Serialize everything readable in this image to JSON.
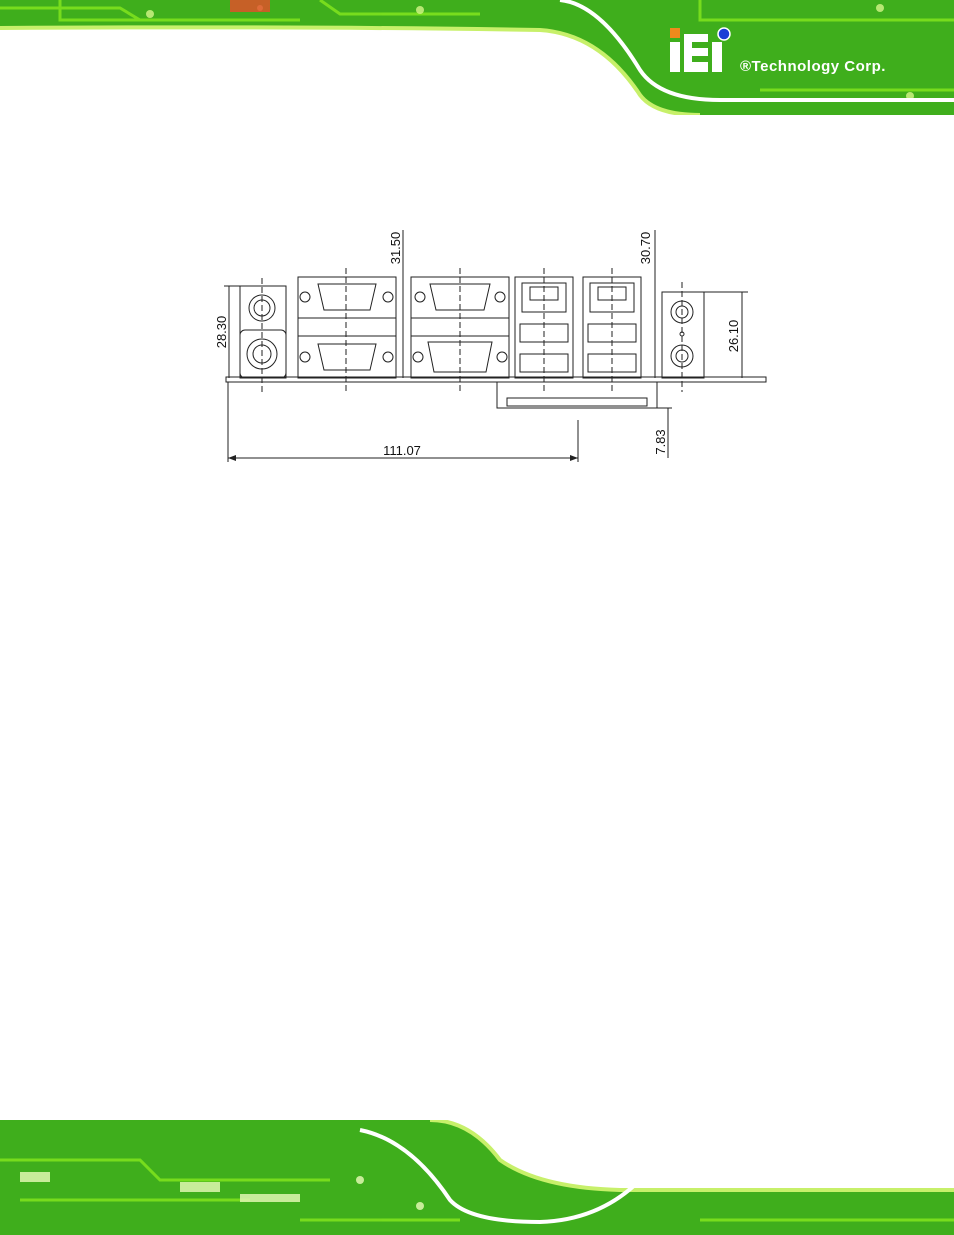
{
  "header": {
    "logo_mark": "iEi",
    "company": "®Technology Corp."
  },
  "figure": {
    "dimensions": {
      "left_height": "28.30",
      "serial_height": "31.50",
      "lan_height": "30.70",
      "audio_height": "26.10",
      "width": "111.07",
      "offset": "7.83"
    }
  },
  "colors": {
    "pcb_green": "#3fae1c",
    "bright_green": "#7ee21e",
    "white": "#ffffff",
    "logo_orange": "#f08a1c",
    "logo_blue": "#1a3fd6"
  }
}
